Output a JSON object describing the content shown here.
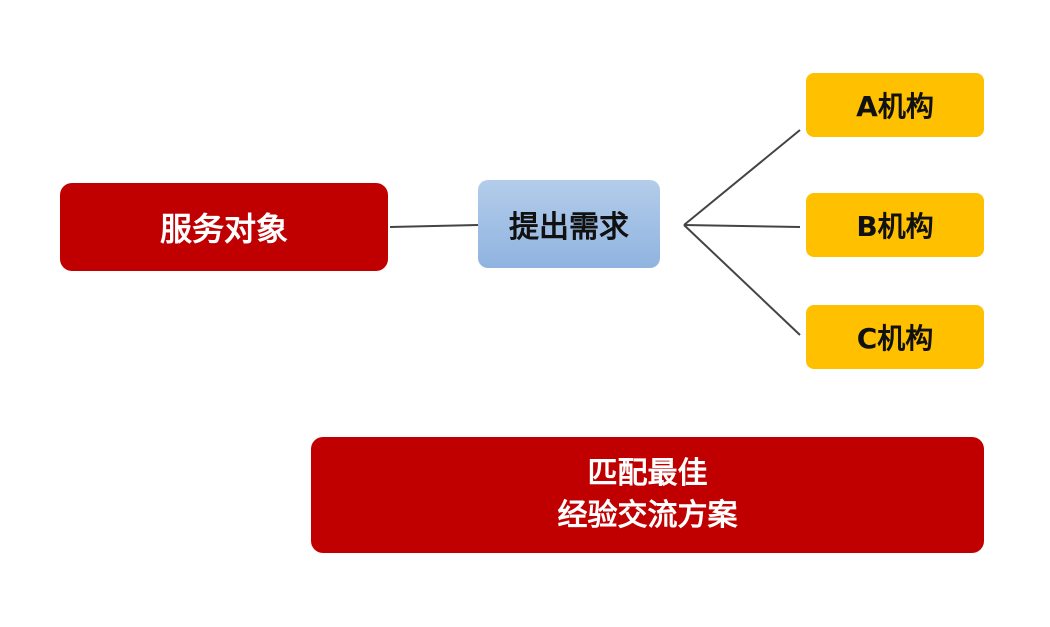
{
  "nodes": {
    "service_target": "服务对象",
    "raise_need": "提出需求",
    "org_a": "A机构",
    "org_b": "B机构",
    "org_c": "C机构",
    "match_line1": "匹配最佳",
    "match_line2": "经验交流方案"
  },
  "colors": {
    "red": "#c00000",
    "blue": "#9dbde3",
    "yellow": "#ffc000",
    "line": "#444444"
  }
}
